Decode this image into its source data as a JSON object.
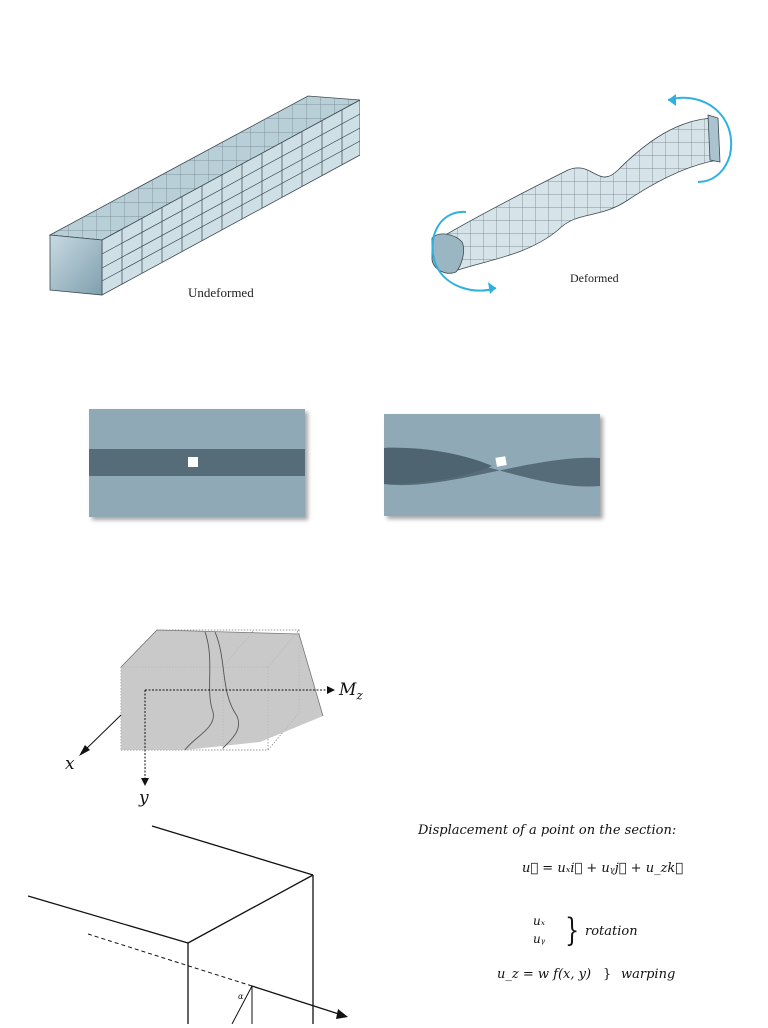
{
  "figure1": {
    "undeformed_label": "Undeformed",
    "deformed_label": "Deformed",
    "colors": {
      "bar_top": "#b9cfd8",
      "bar_side": "#cfdfe6",
      "bar_end": "#9ab6c3",
      "arrow": "#2fb1df"
    }
  },
  "figure2": {
    "colors": {
      "background": "#8fa9b6",
      "band": "#566c79"
    }
  },
  "figure3": {
    "moment_label": "M",
    "moment_subscript": "z",
    "x_axis_label": "x",
    "y_axis_label": "y"
  },
  "figure4": {
    "alpha_label": "α"
  },
  "equations": {
    "heading": "Displacement of a point on the section:",
    "eq_vector": "u⃗ = uₓi⃗ + uᵧj⃗ + u_zk⃗",
    "ux": "uₓ",
    "uy": "uᵧ",
    "brace": "}",
    "rotation": "rotation",
    "eq_warping": "u_z = w f(x, y)",
    "brace2": "}",
    "warping": "warping"
  }
}
